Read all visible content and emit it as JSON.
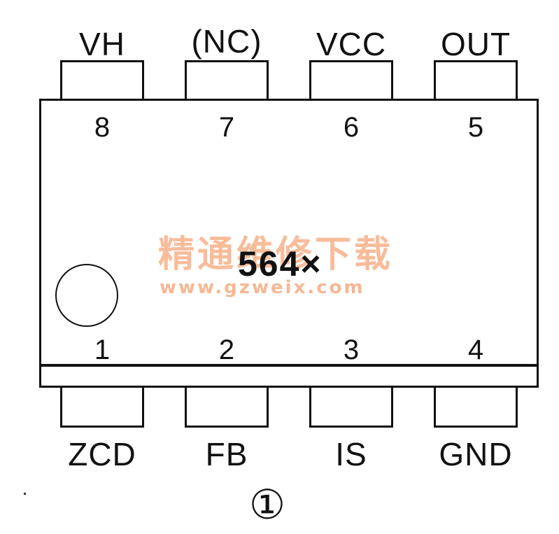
{
  "chip": {
    "marking": "564×",
    "top_pins": [
      {
        "number": "8",
        "label": "VH"
      },
      {
        "number": "7",
        "label": "(NC)"
      },
      {
        "number": "6",
        "label": "VCC"
      },
      {
        "number": "5",
        "label": "OUT"
      }
    ],
    "bottom_pins": [
      {
        "number": "1",
        "label": "ZCD"
      },
      {
        "number": "2",
        "label": "FB"
      },
      {
        "number": "3",
        "label": "IS"
      },
      {
        "number": "4",
        "label": "GND"
      }
    ]
  },
  "watermark": {
    "text": "精通维修下载",
    "url": "www.gzweix.com",
    "color": "#f5a578"
  },
  "figure_number": "①"
}
